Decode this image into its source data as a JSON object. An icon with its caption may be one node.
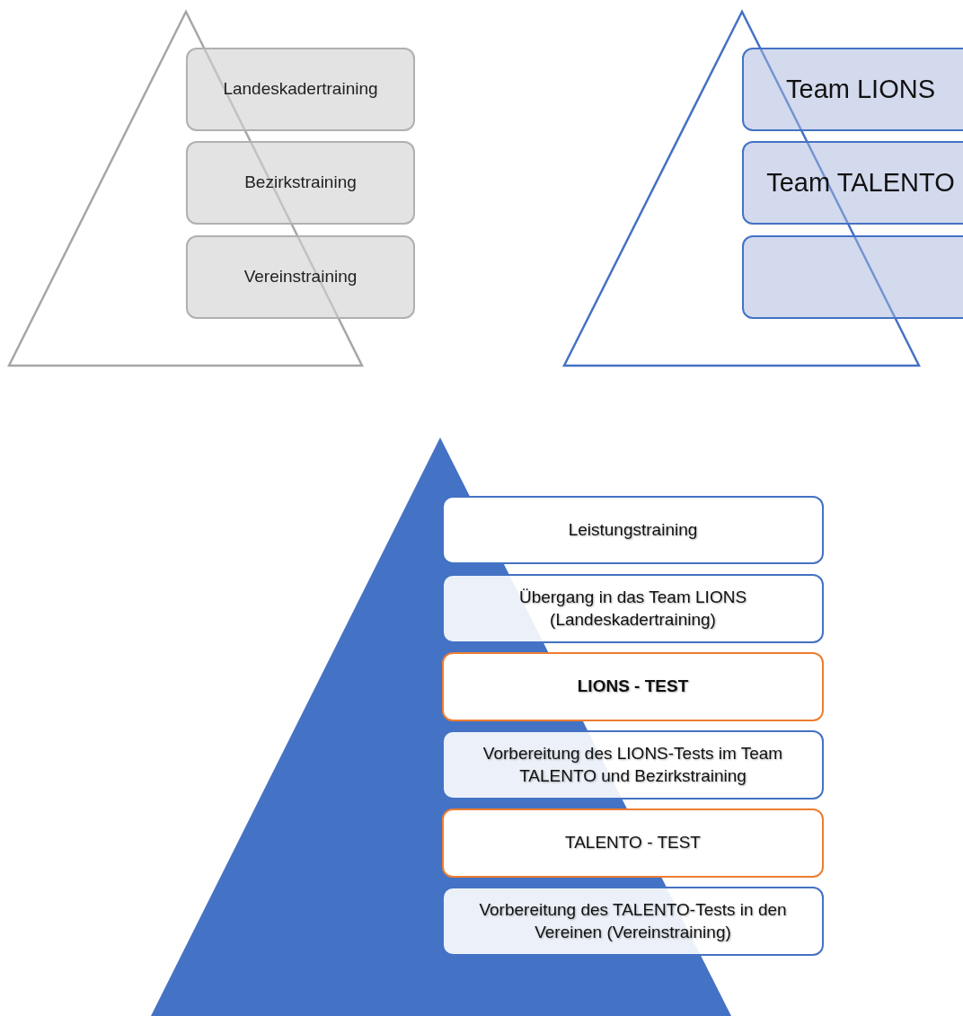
{
  "diagram": {
    "nodes": [
      {
        "text": [
          "Landeskadertraining"
        ]
      },
      {
        "text": [
          "Bezirkstraining"
        ]
      },
      {
        "text": [
          "Vereinstraining"
        ]
      },
      {
        "text": [
          "Team LIONS"
        ]
      },
      {
        "text": [
          "Team TALENTO"
        ]
      },
      {
        "text": [],
        "shape": "box"
      },
      {
        "text": [
          "Leistungstraining"
        ]
      },
      {
        "text": [
          "Übergang in das Team LIONS (Landeskadertraining)"
        ]
      },
      {
        "text": [
          "LIONS - TEST"
        ]
      },
      {
        "text": [
          "Vorbereitung des LIONS-Tests im Team TALENTO und Bezirkstraining"
        ]
      },
      {
        "text": [
          "TALENTO - TEST"
        ]
      },
      {
        "text": [
          "Vorbereitung des TALENTO-Tests in den Vereinen (Vereinstraining)"
        ]
      }
    ]
  }
}
